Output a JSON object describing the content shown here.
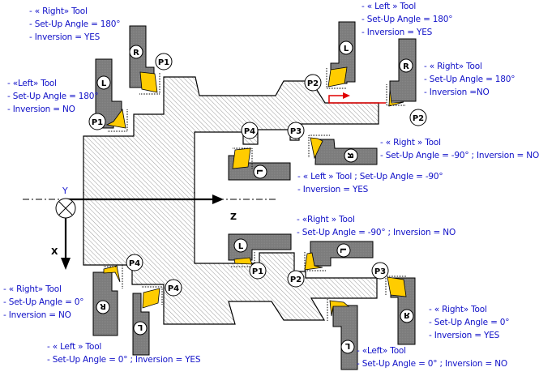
{
  "diagram": {
    "title": "Turning tool set-up configurations (Right/Left tools, set-up angle, inversion)",
    "colors": {
      "label_text": "#1010c8",
      "tool_body": "#7a7a7a",
      "insert": "#ffcc00",
      "workpiece_hatch": "#9a9a9a",
      "feed_arrow": "#e00000",
      "outline": "#000000"
    },
    "axes": {
      "x_label": "X",
      "y_label": "Y",
      "z_label": "Z"
    },
    "points": {
      "p1": "P1",
      "p2": "P2",
      "p3": "P3",
      "p4": "P4"
    },
    "tool_letters": {
      "right": "R",
      "left": "L"
    },
    "annotations": [
      {
        "id": "top-right-tool-180-yes",
        "lines": [
          "- « Right» Tool",
          "- Set-Up Angle = 180°",
          "- Inversion = YES"
        ]
      },
      {
        "id": "left-tool-180-no",
        "lines": [
          "- «Left» Tool",
          "- Set-Up Angle = 180°",
          "- Inversion = NO"
        ]
      },
      {
        "id": "top-left-tool-180-yes",
        "lines": [
          "- « Left » Tool",
          "- Set-Up Angle = 180°",
          "- Inversion = YES"
        ]
      },
      {
        "id": "right-tool-180-no",
        "lines": [
          "- « Right» Tool",
          "- Set-Up Angle = 180°",
          "- Inversion =NO"
        ]
      },
      {
        "id": "right-tool-m90-no-a",
        "lines": [
          "- « Right » Tool",
          "- Set-Up Angle = -90° ; Inversion = NO"
        ]
      },
      {
        "id": "left-tool-m90-yes",
        "lines": [
          "- « Left » Tool ;  Set-Up Angle = -90°",
          "- Inversion = YES"
        ]
      },
      {
        "id": "right-tool-m90-no-b",
        "lines": [
          "- «Right » Tool",
          "- Set-Up Angle = -90° ; Inversion = NO"
        ]
      },
      {
        "id": "right-tool-0-no",
        "lines": [
          "- « Right» Tool",
          "- Set-Up Angle = 0°",
          "- Inversion = NO"
        ]
      },
      {
        "id": "left-tool-0-yes",
        "lines": [
          "- « Left » Tool",
          "- Set-Up Angle = 0° ; Inversion = YES"
        ]
      },
      {
        "id": "right-tool-0-yes",
        "lines": [
          "- « Right» Tool",
          "- Set-Up Angle = 0°",
          "- Inversion = YES"
        ]
      },
      {
        "id": "left-tool-0-no",
        "lines": [
          "- «Left» Tool",
          "- Set-Up Angle = 0° ;  Inversion = NO"
        ]
      }
    ]
  }
}
